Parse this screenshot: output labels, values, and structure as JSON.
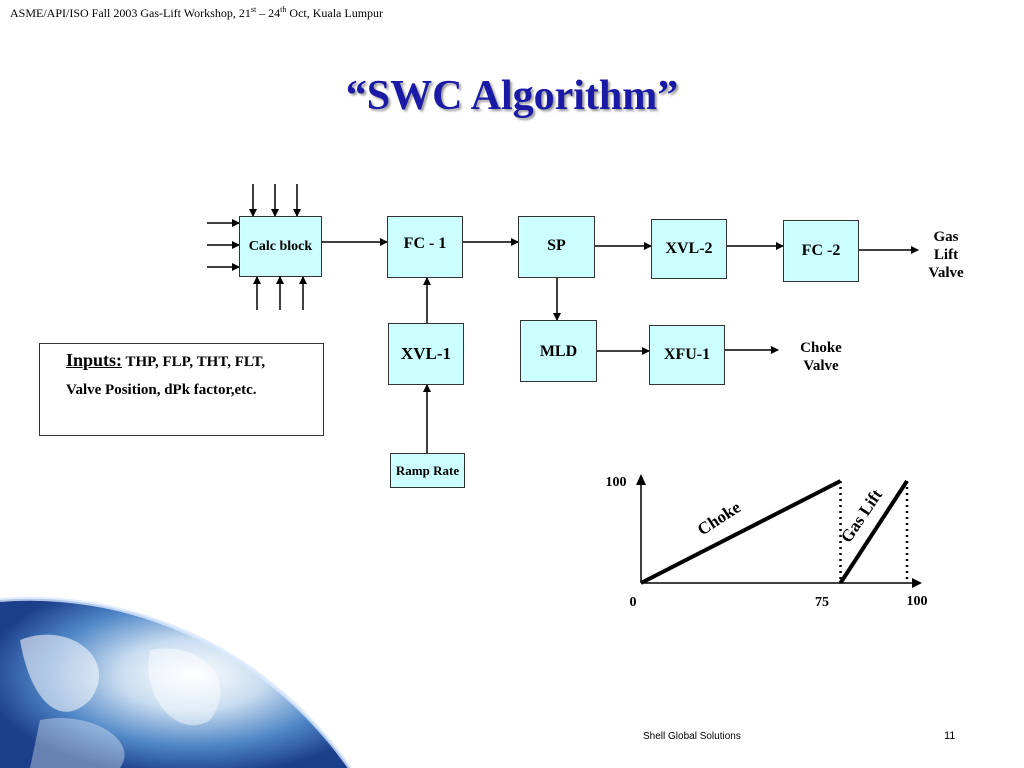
{
  "header": {
    "text_before": "ASME/API/ISO Fall 2003 Gas-Lift Workshop, 21",
    "sup1": "st",
    "text_mid": " – 24",
    "sup2": "th",
    "text_after": " Oct, Kuala Lumpur"
  },
  "title": "“SWC Algorithm”",
  "blocks": {
    "calc": "Calc block",
    "fc1": "FC - 1",
    "sp": "SP",
    "xvl2": "XVL-2",
    "fc2": "FC -2",
    "xvl1": "XVL-1",
    "mld": "MLD",
    "xfu1": "XFU-1",
    "ramp": "Ramp Rate"
  },
  "outputs": {
    "gas_lift_valve": [
      "Gas",
      "Lift",
      "Valve"
    ],
    "choke_valve": [
      "Choke",
      "Valve"
    ]
  },
  "inputs_box": {
    "label": "Inputs:",
    "line1_rest": " THP, FLP, THT, FLT,",
    "line2": "Valve Position, dPk factor,etc."
  },
  "chart_data": {
    "type": "line",
    "x_tick_labels": [
      "0",
      "75",
      "100"
    ],
    "y_tick_labels": [
      "100"
    ],
    "xlim": [
      0,
      100
    ],
    "ylim": [
      0,
      100
    ],
    "series": [
      {
        "name": "Choke",
        "x": [
          0,
          75
        ],
        "y": [
          0,
          100
        ]
      },
      {
        "name": "Gas Lift",
        "x": [
          75,
          100
        ],
        "y": [
          0,
          100
        ]
      }
    ],
    "annotations": [
      "Choke",
      "Gas Lift"
    ]
  },
  "footer": {
    "company": "Shell Global Solutions",
    "page": "11"
  }
}
